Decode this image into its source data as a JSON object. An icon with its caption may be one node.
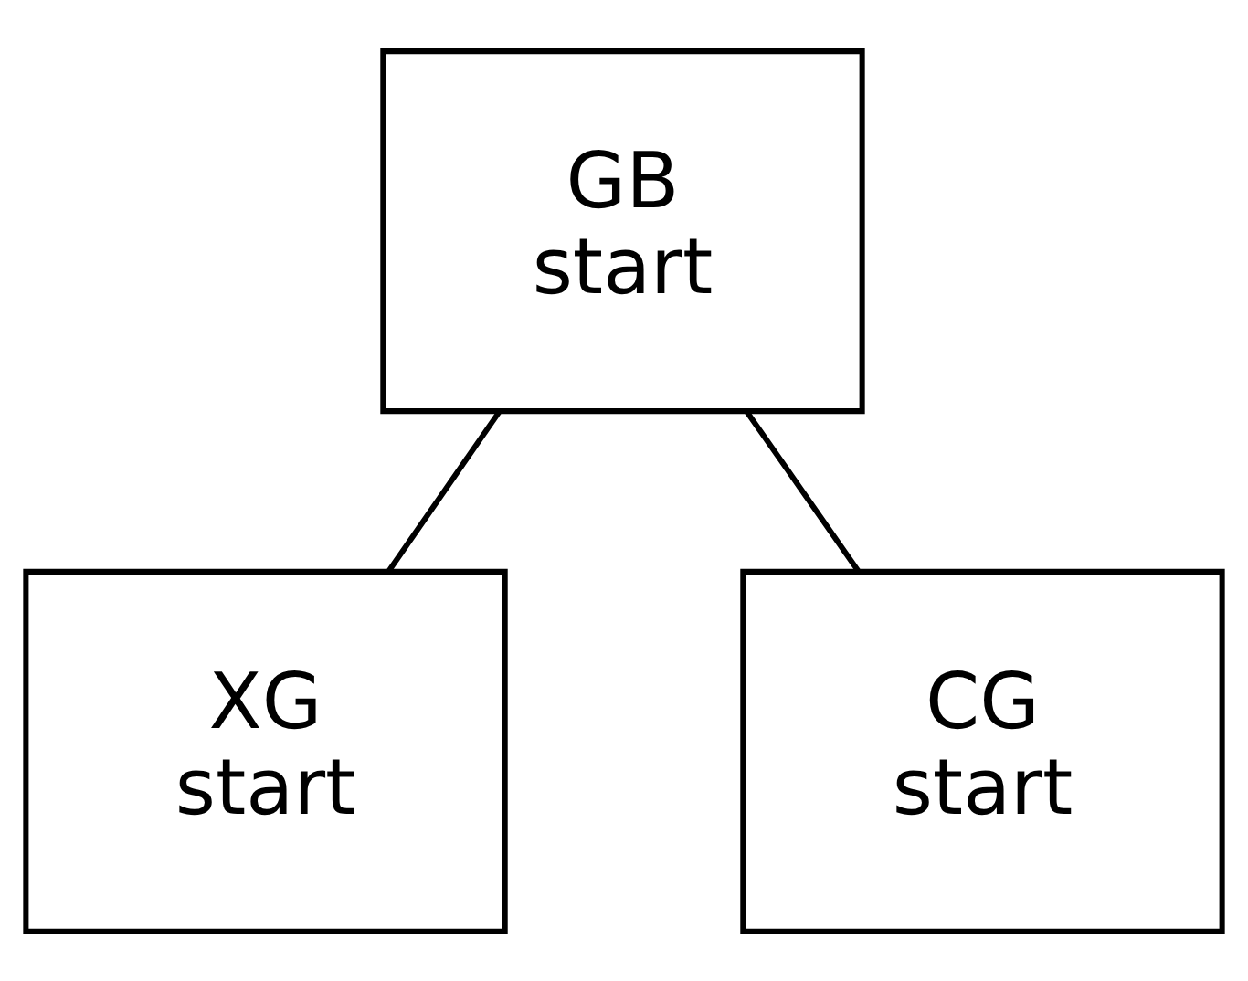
{
  "diagram": {
    "nodes": [
      {
        "text": [
          "GB",
          "start"
        ]
      },
      {
        "text": [
          "XG",
          "start"
        ]
      },
      {
        "text": [
          "CG",
          "start"
        ]
      }
    ],
    "edges": [
      {
        "from": 0,
        "to": 1,
        "arrow": "none"
      },
      {
        "from": 0,
        "to": 2,
        "arrow": "none"
      }
    ]
  }
}
